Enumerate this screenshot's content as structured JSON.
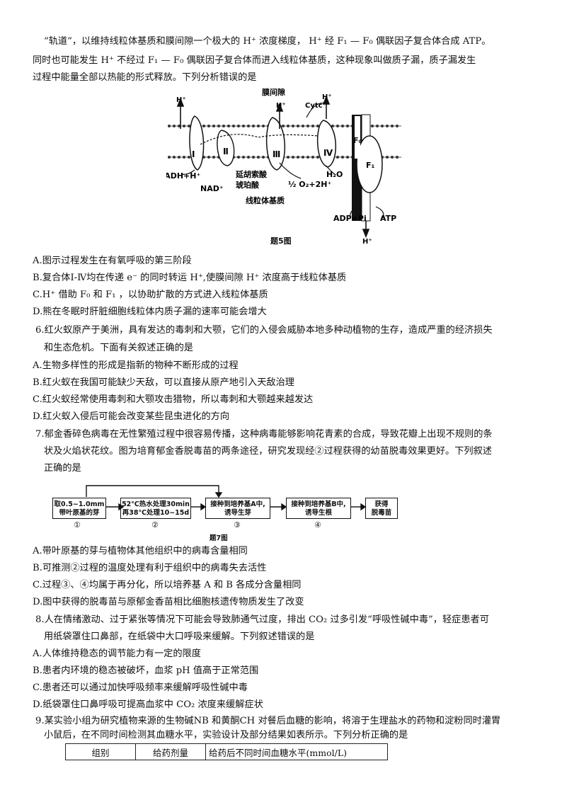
{
  "intro": {
    "l1": "“轨道”，以维持线粒体基质和膜间隙一个极大的 H⁺ 浓度梯度， H⁺ 经 F₁ — F₀ 偶联因子复合体合成 ATP。",
    "l2": "同时也可能发生 H⁺ 不经过 F₁ — F₀ 偶联因子复合体而进入线粒体基质，这种现象叫做质子漏，质子漏发生",
    "l3": "过程中能量全部以热能的形式释放。下列分析错误的是"
  },
  "fig5": {
    "top_label": "膜间隙",
    "hplus": "H⁺",
    "cytc": "Cytc",
    "complex_1": "Ⅰ",
    "complex_2": "Ⅱ",
    "complex_3": "Ⅲ",
    "complex_4": "Ⅳ",
    "f0": "F₀",
    "f1": "F₁",
    "nadh": "NADH+H⁺",
    "nad": "NAD⁺",
    "fumarate": "延胡索酸",
    "succinate": "琥珀酸",
    "o2": "½ O₂+2H⁺",
    "h2o": "H₂O",
    "matrix": "线粒体基质",
    "adp": "ADP+Pi",
    "atp": "ATP",
    "caption": "题5图"
  },
  "q5_options": [
    "A.图示过程发生在有氧呼吸的第三阶段",
    "B.复合体Ⅰ-Ⅳ均在传递 e⁻ 的同时转运 H⁺,使膜间隙 H⁺ 浓度高于线粒体基质",
    "C.H⁺ 借助 F₀ 和 F₁ ，以协助扩散的方式进入线粒体基质",
    "D.熊在冬眠时肝脏细胞线粒体内质子漏的速率可能会增大"
  ],
  "q6": {
    "l1": "6.红火蚁原产于美洲，具有发达的毒刺和大颚，它们的入侵会威胁本地多种动植物的生存，造成严重的经济损失",
    "l2": "和生态危机。下面有关叙述正确的是",
    "options": [
      "A.生物多样性的形成是指新的物种不断形成的过程",
      "B.红火蚁在我国可能缺少天敌，可以直接从原产地引入天敌治理",
      "C.红火蚁经常使用毒刺和大颚攻击猎物，所以毒刺和大颚越来越发达",
      "D.红火蚁入侵后可能会改变某些昆虫进化的方向"
    ]
  },
  "q7": {
    "l1": "7.郁金香碎色病毒在无性繁殖过程中很容易传播，这种病毒能够影响花青素的合成，导致花瓣上出现不规则的条",
    "l2": "状及火焰状花纹。图为培育郁金香脱毒苗的两条途径，研究发现经②过程获得的幼苗脱毒效果更好。下列叙述",
    "l3": "正确的是",
    "flow": {
      "box1": "取0.5~1.0mm\n带叶原基的芽",
      "box2": "52℃热水处理30min\n再38℃处理10~15d",
      "box3": "接种到培养基A中,\n诱导生芽",
      "box4": "接种到培养基B中,\n诱导生根",
      "box5": "获得\n脱毒苗",
      "n1": "①",
      "n2": "②",
      "n3": "③",
      "n4": "④",
      "caption": "题7图"
    },
    "options": [
      "A.带叶原基的芽与植物体其他组织中的病毒含量相同",
      "B.可推测②过程的温度处理有利于组织中的病毒失去活性",
      "C.过程③、④均属于再分化，所以培养基 A 和 B 各成分含量相同",
      "D.图中获得的脱毒苗与原郁金香苗相比细胞核遗传物质发生了改变"
    ]
  },
  "q8": {
    "l1": "8.人在情绪激动、过于紧张等情况下可能会导致肺通气过度，排出 CO₂ 过多引发“呼吸性碱中毒”，轻症患者可",
    "l2": "用纸袋罩住口鼻部，在纸袋中大口呼吸来缓解。下列叙述错误的是",
    "options": [
      "A.人体维持稳态的调节能力有一定的限度",
      "B.患者内环境的稳态被破坏，血浆 pH 值高于正常范围",
      "C.患者还可以通过加快呼吸频率来缓解呼吸性碱中毒",
      "D.纸袋罩住口鼻呼吸可提高血浆中 CO₂ 浓度来缓解症状"
    ]
  },
  "q9": {
    "l1": "9.某实验小组为研究植物来源的生物碱NB 和黄酮CH 对餐后血糖的影响，将溶于生理盐水的药物和淀粉同时灌胃",
    "l2": "小鼠后，在不同时间检测其血糖水平，实验设计及部分结果如表所示。下列分析正确的是",
    "table_headers": [
      "组别",
      "给药剂量",
      "给药后不同时间血糖水平(mmol/L)"
    ]
  }
}
